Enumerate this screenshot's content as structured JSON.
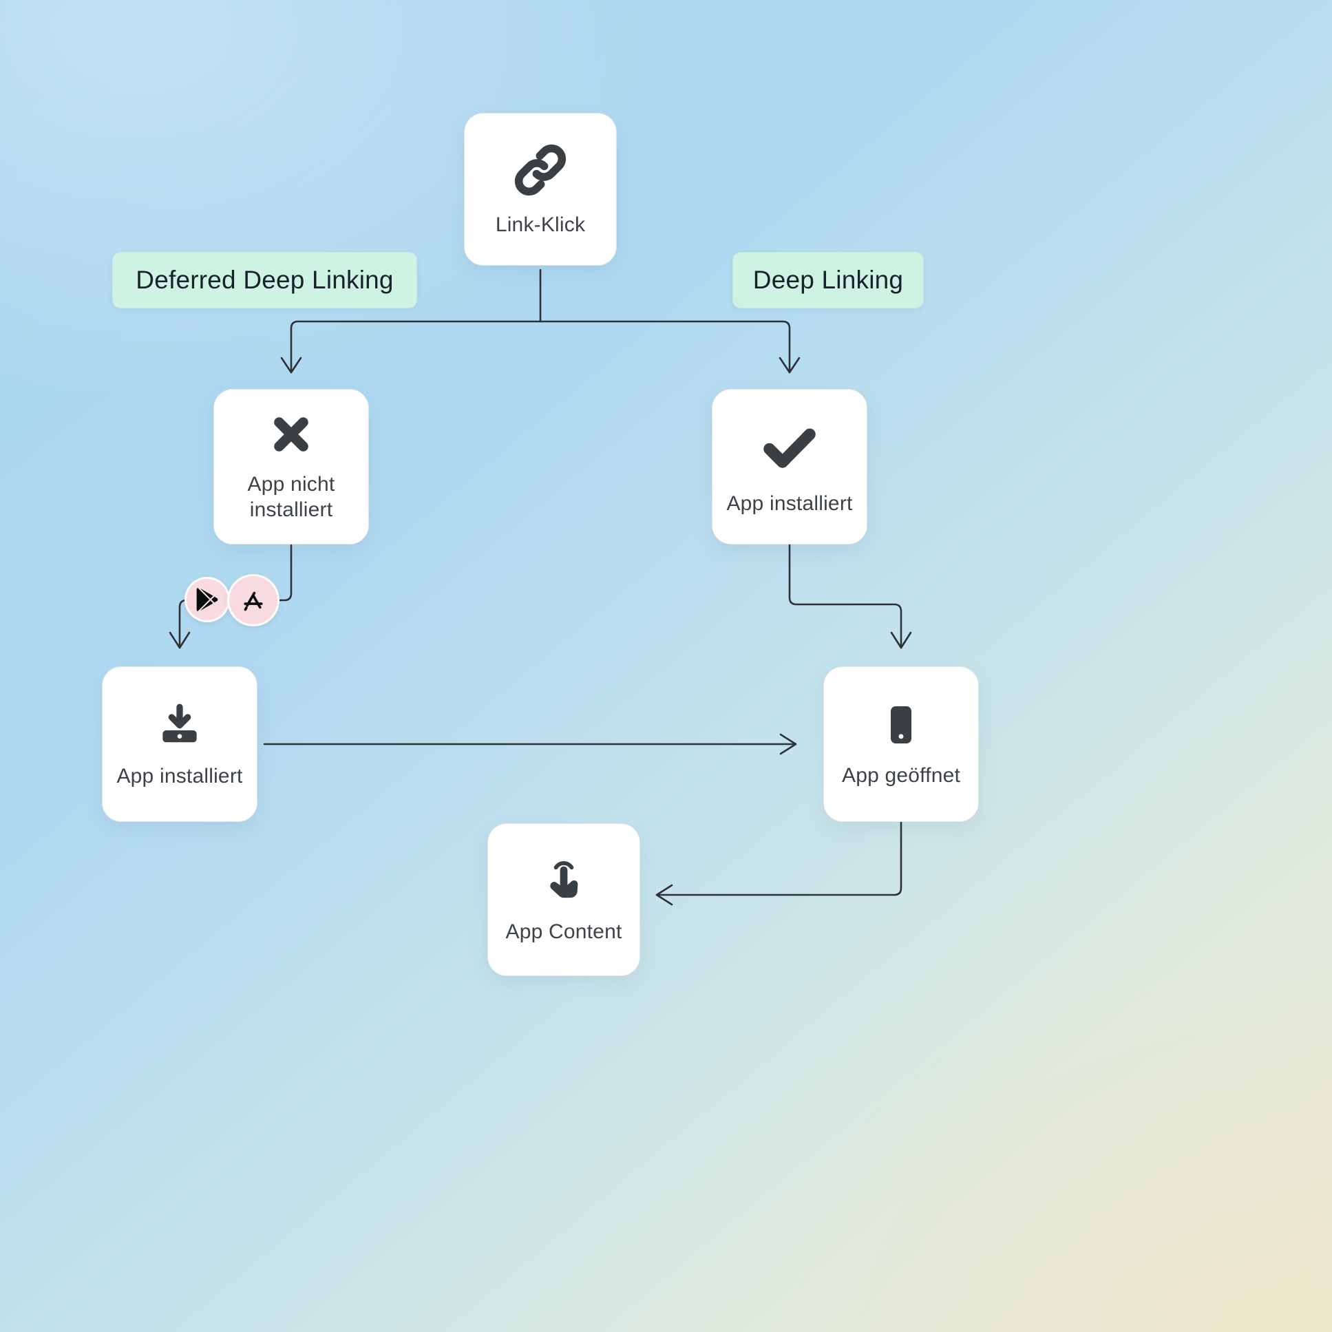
{
  "diagram": {
    "branch_labels": {
      "deferred": "Deferred Deep Linking",
      "deep": "Deep Linking"
    },
    "nodes": {
      "link_click": {
        "label": "Link-Klick",
        "icon": "link-icon"
      },
      "app_not_installed": {
        "label": "App nicht installiert",
        "icon": "x-mark-icon"
      },
      "app_installed_right": {
        "label": "App installiert",
        "icon": "check-icon"
      },
      "app_installed_left": {
        "label": "App installiert",
        "icon": "download-icon"
      },
      "app_opened": {
        "label": "App geöffnet",
        "icon": "smartphone-icon"
      },
      "app_content": {
        "label": "App Content",
        "icon": "tap-icon"
      }
    },
    "store_badges": [
      {
        "icon": "google-play-icon"
      },
      {
        "icon": "app-store-icon"
      }
    ],
    "colors": {
      "background_top": "#a9d5ef",
      "background_bottom": "#ece9d3",
      "card_bg": "#ffffff",
      "pill_bg": "#cff3e3",
      "icon": "#3a3f44",
      "arrow": "#2b3136",
      "store_circle_bg": "#f7dbe1",
      "text": "#3c4248"
    }
  }
}
